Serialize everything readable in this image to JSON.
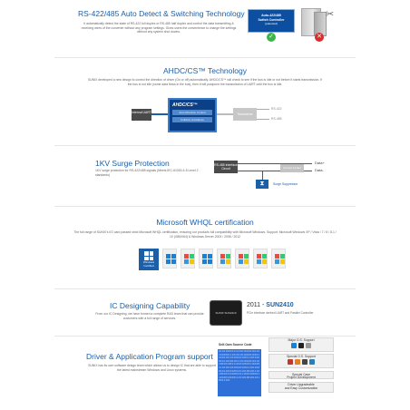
{
  "section1": {
    "title": "RS-422/485 Auto Detect & Switching Technology",
    "text": "It automatically detect the state of RS-422 full duplex or RS-485 half duplex and control the data transmitting & receiving wires of the converter without any program settings. Gives users the convenience to change the settings without any system shut downs.",
    "box_line1": "Auto-422/485",
    "box_line2": "Switch Controller",
    "box_sub": "(patented)",
    "check_icon": "check-icon",
    "x_icon": "x-icon",
    "colors": {
      "accent": "#1a5fa8",
      "box": "#0c4fa0",
      "ok": "#3bb54a",
      "error": "#d62d2d"
    }
  },
  "section2": {
    "title": "AHDC/CS™ Technology",
    "text": "SUNIX developed a new design to control the direction of driver (On or off) automatically. AHDC/CS™ will check to see if the bus is idle or not before it starts transmission. If the bus is not idle (some data flows in the bus), then it will postpone the transmission of UART until the bus is idle.",
    "uart": "Internal UART",
    "chip_name": "AHDC/CS™",
    "chip_bar1": "Auto Direction Control",
    "chip_bar2": "Collision Avoidance",
    "transceiver": "Transceiver",
    "rs422": "RS-422",
    "rs485": "RS-485"
  },
  "section3": {
    "title": "1KV Surge Protection",
    "text": "1KV surge protection for RS-422/485 signals (Meets IEC-61000-4-5 Level 2 standards)",
    "interface": "RS-485 Interface Circuit",
    "current_limiter": "Current Limiter",
    "data_plus": "Data+",
    "data_minus": "Data-",
    "suppressor_label": "Surge Suppressor"
  },
  "section4": {
    "title": "Microsoft WHQL certification",
    "text": "The full range of SUNIX's I/O card passed strict Microsoft WHQL certification, ensuring our products full compatibility with Microsoft Windows. Support: Microsoft Windows XP / Vista / 7 / 8 / 8.1 / 10 (X86/X64) & Windows Server 2003 / 2008 / 2012",
    "certified_label": "Windows Certified",
    "logo_icons": [
      "windows-certified-icon",
      "windows-8-icon",
      "windows-7-icon",
      "windows-server-icon",
      "windows-vista-icon",
      "windows-server-2008-icon",
      "windows-xp-icon",
      "windows-server-2003-icon"
    ]
  },
  "section5": {
    "title": "IC Designing Capability",
    "text": "From our IC Designing, we have formed a complete R&D team that can provide customers with a full range of services.",
    "chip_label": "SUNIX SUN2410",
    "year": "2011 - ",
    "model": "SUN2410",
    "desc": "PCIe interface derived UART and Parallel Controller"
  },
  "section6": {
    "title": "Driver & Application Program support",
    "text": "SUNIX has its own software design team which allows us to design IC that are able to support the latest mainstream Windows and Linux systems.",
    "code_label": "Self-Own Source Code",
    "code": "0110100101110101001010110101000111010110100101001110101011010010100111010100101101001011101010010110100101001110101001011010011101011010010100111010100101101010010110100101110100101101001011101010010110100101001110101001011010011101",
    "box1": "Major O.S. Support",
    "box2": "Special O.S. Support",
    "box3a": "Special Case",
    "box3b": "Project Development",
    "box4a": "Driver Upgradeable",
    "box4b": "and Easy Customization"
  }
}
